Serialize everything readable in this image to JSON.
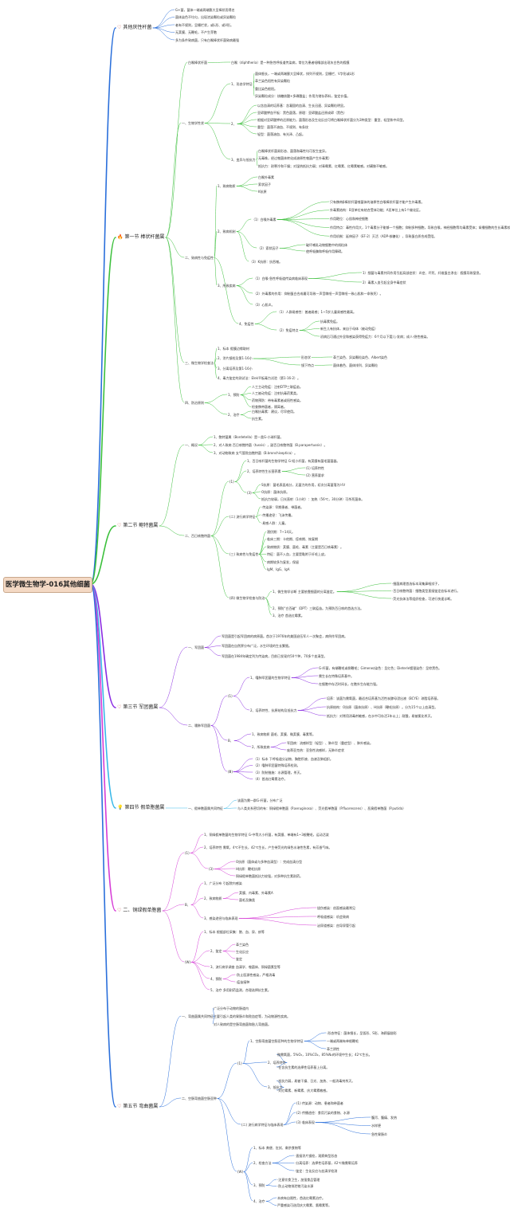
{
  "root": "医学微生物学-016其他细菌",
  "sections": [
    {
      "icon": "heart",
      "label": "其他厌性杆菌",
      "color": "#2a6fdb"
    },
    {
      "icon": "fire",
      "label": "第一节 棒状杆菌属",
      "color": "#3cc03c"
    },
    {
      "icon": "heart",
      "label": "第二节 鲍特菌属",
      "color": "#3cc03c"
    },
    {
      "icon": "heart",
      "label": "第三节 军团菌属",
      "color": "#8a2be2"
    },
    {
      "icon": "light",
      "label": "第四节 假单胞菌属",
      "color": "#39b8e8"
    },
    {
      "icon": "heart",
      "label": "二、铜绿假单胞菌",
      "color": "#d63bd6"
    },
    {
      "icon": "heart",
      "label": "第五节 弯曲菌属",
      "color": "#2a6fdb"
    }
  ],
  "s0": [
    "G+菌，菌体一端或两端膨大呈棒状而得名",
    "菌体染色不均匀，出现浓染颗粒或异染颗粒",
    "者有不规则，呈栅栏状，或L形、或V形。",
    "无荚膜、无鞭毛，不产生芽胞",
    "多为条件致病菌，只有白喉棒状杆菌致病最强"
  ],
  "s1": {
    "a": "白喉棒状杆菌",
    "a_t": "白喉（diphtheria）是一种急性呼吸道传染病，常位为患者咽喉部出现灰白色的假膜",
    "b": "一、生物学性状",
    "b1": "1、形态学特征",
    "b1x": [
      "菌体细长，一端或两端膨大呈棒状，排列不规则，呈栅栏、V字形或L形",
      "革兰染色阳性有异染颗粒",
      "重比染色根阳。",
      "异染颗粒成分：核糖核酸+多磷酸盐；作用为储存养料，鉴定价值。"
    ],
    "b2": "2、",
    "b2x": [
      "以含血清的培养基：含凝固的血清、生长迅速、异染颗粒明显。",
      "亚碲酸钾血平板：黑色菌落，原理：亚碲酸盐还原成碲（黑色）",
      "根据对亚碲酸钾的还原能力，菌落形态及生化反应可将白喉棒状杆菌分为3种类型：重型、轻型和中间型。",
      "重型：菌落不溶血、不规则、有条纹",
      "轻型：菌落溶血、有光泽、凸起。"
    ],
    "b3": "3、变异与抵抗力",
    "b3x": [
      "白喉棒状杆菌易形态、菌落和毒性均可发生变异。",
      "无毒株，经过噬菌体转化成溶原性噬菌产生外毒素）",
      "抵抗力：耐寒冷和干燥；对湿热抵抗力弱；对青霉素、红霉素、红霉素敏感。对磺胺不敏感。"
    ],
    "c": "二、致病性与免疫性",
    "c1": "1、致病物质",
    "c1x": [
      "白喉外毒素",
      "索状因子",
      "K抗原"
    ],
    "c2": "2、致病机制",
    "c2a": "（1）白喉外毒素",
    "c2ax": [
      "只有携带β棒状杆菌噬菌体的溶原性白喉棒状杆菌才能产生外毒素。",
      "外毒素结构：B亚单位有结合受体功能；A亚单位上有1个催化区。",
      "作用靶位：心肌和神经细胞",
      "作用特点：毒性作用大，1个毒素分子能够一个细胞；抑制多种细胞，导致白喉，神经细胞等均毒素受体；肾播细胞的生长毒素较抑制性。",
      "作用机制：延伸因子（EF-2）灭活（ADP-核糖化），导致蛋白质合成受阻。"
    ],
    "c2b": "（2）索状因子",
    "c2bx": [
      "破坏哺乳动物细胞中的线粒体",
      "使呼吸酶和呼吸作用障碍。"
    ],
    "c2c": "（3）K抗原：抗吞噬。",
    "c3": "3、所致疾病",
    "c3a": "（1）白喉-急性呼吸道传染病临床表现",
    "c3ax": [
      "1）细菌与毒素共同作用引起局部症状：炎症、坏死、纤维蛋白渗出：假膜导致窒息。",
      "2）毒素入血引起全身中毒症状"
    ],
    "c3b": "（2）外毒素的作用：抑制蛋白合成最可导致一声音嘶哑一声音嘶哑一致心肌和一命致死）。",
    "c3c": "（3）心肌炎。",
    "c4": "4、免疫性",
    "c4a": "（1）人群易感性：普遍易感；1~5岁儿童易感性最高。",
    "c4b": "（2）免疫特点",
    "c4bx": [
      "抗毒素免疫。",
      "新生儿有抗体，来自于母体（被动免疫）",
      "初病后可通过外显和感染获得免疫力：6个月以下婴儿-发病；成人-隐性感染。"
    ],
    "d": "三、微生物学检查法",
    "dx": [
      "1、标本 假膜边缘取材",
      "2、涂片镜检及第1-16小",
      "3、分离培养及第1-16小",
      "4、毒力鉴定的测试法：Elek平板毒力试验（第1-16-2）。"
    ],
    "d2a": "形态学",
    "d2ax": "革兰染色、异染颗粒染色、Albert染色",
    "d2b": "镜下特点",
    "d2bx": "菌体着色、菌体排列、异染颗粒",
    "e": "四、防治原则",
    "e1": "1、预防",
    "e1x": [
      "人工主动免疫：注射DTP三联疫苗。",
      "人工被动免疫：注射抗毒药素类。",
      "药物预防：带有毒素者或阳性感染。",
      "检查携带菌者，隔离者。"
    ],
    "e2": "2、治疗",
    "e2x": [
      "白喉抗毒素：建议，尽早使用。",
      "抗生素。"
    ]
  },
  "s2": {
    "a": "一、概况",
    "ax": [
      "1、鲍特菌属（Bordetella）是一类G-小球杆菌。",
      "2、对人致病 百日咳鲍特菌（tussis），副百日咳鲍特菌（B.parapertussis）。",
      "3、对动物致病 支气管败血鲍特菌（B.bronchiseptica）。"
    ],
    "b": "二、百日咳鲍特菌",
    "b1": "(1)",
    "b1a": "1、百日咳杆菌的生物学特征 G-短小杆菌，有荚膜有菌毛菌菌器。",
    "b1b": "2、培养特性生长营养素",
    "b1bx": [
      "(1) 培养特性",
      "(2) 营养要求"
    ],
    "b1c": "(3)",
    "b1cx": [
      "S抗原：菌毛表面成分，无菌力的作用，初次分离菌落为I-IV",
      "O抗原：菌体抗原。",
      "抵抗力较弱，日光直射（1小时）：加热（56℃，30分钟）可杀死菌体。"
    ],
    "b2": "(二) 流行病学特征",
    "b2x": [
      "·传染源：早期患者、带菌者。",
      "·传播途径：飞沫传播。",
      "·易感人群：儿童。"
    ],
    "b3": "(三) 致病性与免疫性",
    "b3x": [
      "潜伏期：7~14天。",
      "临床三期：卡他期、痉咳期、恢复期",
      "致病物质：荚膜、菌毛、毒素（主要是百日咳毒素）。",
      "特征：菌不入血，主要是黏附于纤毛上皮。",
      "病期较多为复发，保留",
      "IgM、IgG、IgA"
    ],
    "b4": "(四) 微生物学检查与防治",
    "b4a": "1、微生物学诊断 主要依靠细菌的分离鉴定。",
    "b4ax": [
      "·细菌病理首选标本采集鼻咽拭子，",
      "·百日咳鲍特菌：细胞类型直接鉴定血标本进行。",
      "·荧光抗体法等组织检查，可进行快速诊断。"
    ],
    "b4b": "2、预防\"白百破\"（DPT）三联疫苗。为预防百日咳的首选方法。",
    "b4c": "3、治疗 首选红霉素。"
  },
  "s3": {
    "a": "一、军团菌",
    "ax": [
      "军团菌是引起军团病的病原菌。首次于1976年的美国退伍军人一次聚会，病例作军团病。",
      "军团菌在自然界分布广泛，水生环境的生长繁殖。",
      "军团菌在1984年确定列为传染病，目前已发现约50个种，70多个血清型。"
    ],
    "b": "二、嗜肺军团菌",
    "b1": "(1)",
    "b1a": "1、嗜肺军团菌的生物学特征",
    "b1ax": [
      "G-杆菌，有端鞭毛或侧鞭毛；Gimenez染色：呈红色；Dieterle镀银染色：呈棕黑色。",
      "需生长在特殊培养基中。",
      "在细胞中存活时间长，在胞外生存能力强。"
    ],
    "b1b": "2、培养特性、抗原结构及抵抗力",
    "b1bx": [
      "培养：该菌为需氧菌，最适合培养基为活性炭酵母浸出液（BCYE）琼脂培养基。",
      "抗原结构：O抗原（菌体抗原）、H抗原（鞭毛抗原）。分为15个以上血清型。",
      "抵抗力：对常用消毒剂敏感，在水中可存活1年以上；耐酸，易被氯化杀灭。"
    ],
    "b2": "B、",
    "b2a": "1、致病物质 菌毛、荚膜、微荚膜、毒素等。",
    "b2b": "2、所致疾病",
    "b2bx": [
      "军团病：流感样型（轻型）、肺炎型（重症型）、肺外感染。",
      "庞蒂亚克热：亚急性流感样，无肺炎症状"
    ],
    "b3": "(Ⅲ)",
    "b3x": [
      "（1）标本 下呼吸道分泌物、胸腔积液、血液及肺组织。",
      "（2）嗜肺军团菌特殊培养检测。",
      "（3）防制措施：水源管理，杀灭。",
      "（4）首选红霉素治疗。"
    ]
  },
  "s4": {
    "a": "一、假单胞菌属共同特征",
    "ax": [
      "该菌为需一群G-杆菌，分布广泛",
      "与人类关系密切的有：铜绿假单胞菌（P.aeruginosa）、荧光假单胞菌（P.fluorescens）、恶臭假单胞菌（P.putida）"
    ]
  },
  "s5": {
    "a": "(1)",
    "ax": [
      "1、铜绿假单胞菌的生物学特征 G-中等大小杆菌，有荚膜、单端有1~3根鞭毛，运动活泼",
      "2、培养特性 需氧，4℃不生长，42℃生长，产生带荧光的绿色水溶性色素，有芳香气味。"
    ],
    "a3": "(3)",
    "a3x": [
      "O抗原（菌体或与多种血清型）：完成血清分型",
      "H抗原：鞭毛抗原",
      "铜绿假单胞菌抵抗力较强，对多种抗生素耐药。"
    ],
    "b": "B、",
    "b1": "1、广泛分布 引起院内感染",
    "b2": "2、致病物质",
    "b2x": [
      "荚膜、内毒素、外毒素A",
      "菌毛及酶类"
    ],
    "b3": "3、感染途径与临床表现",
    "b3x": [
      "烧伤感染：创面感染最常见",
      "呼吸道感染：机会致病",
      "泌尿道感染：由导尿管引起"
    ],
    "c": "(W)",
    "c1": "1、标本 根据部位采集：脓、血、尿、痰等",
    "c2": "2、鉴定",
    "c2x": [
      "革兰染色",
      "生化反应",
      "鉴定"
    ],
    "c3": "3、流行病学调查 血清学、噬菌体、铜绿菌素型等",
    "c4": "4、预防",
    "c4x": [
      "·防止医源性感染，严格消毒",
      "·疫苗接种"
    ],
    "c5": "5、治疗 多用耐药监测，合理选择抗生素。"
  },
  "s6": {
    "a": "一、弯曲菌属共同特征",
    "ax": [
      "广泛分布于动物的肠道内",
      "主要引起人类的胃肠炎和败血症等，为动物源性疾病。",
      "对人致病的是空肠弯曲菌和胎儿弯曲菌。"
    ],
    "b": "二、空肠弯曲菌空肠亚种",
    "b1": "(1)",
    "b1a": "1、空肠弯曲菌空肠亚种的生物学特征",
    "b1ax": [
      "·形态特征：菌体细长，呈弧形、S形、海鸥展翅形",
      "一端或两端有单根鞭毛",
      "革兰阴性"
    ],
    "b1b": "2、培养特性",
    "b1bx": [
      "微需氧菌，5%O₂，10%CO₂，85%N₂的环境中生长；42℃生长。",
      "·在含抗生素的选择性培养基上分离。"
    ],
    "b1c": "3、抵抗力",
    "b1cx": [
      "·抵抗力弱，易被干燥、日光、加热、一般消毒剂杀灭。",
      "·对红霉素、新霉素、庆大霉素敏感。"
    ],
    "b2": "(二) 流行病学特征与临床表现",
    "b2x": [
      "(1) 传染源：动物、患者和带菌者",
      "(2) 传播途径：食用污染的食物、水源",
      "(3) 临床表现"
    ],
    "b2c": [
      "腹泻、腹痛、发热",
      "水样便",
      "急性胃肠炎"
    ],
    "b3": "(W)",
    "b3a": "1、标本 粪便、肛拭、剩余食物等",
    "b3b": "2、检查方法",
    "b3bx": [
      "·直接涂片镜检，观察典型形态",
      "·分离培养：选择性培养基，42℃微需氧培养",
      "·鉴定：生化反应与血清学检测"
    ],
    "b3c": "3、预防",
    "b3cx": [
      "·注意饮食卫生，加强食品管理",
      "·防止动物排泄物污染水源"
    ],
    "b3d": "4、治疗",
    "b3dx": [
      "本病有自限性，首选红霉素治疗。",
      "严重感染可选用庆大霉素、氯霉素等。"
    ]
  }
}
